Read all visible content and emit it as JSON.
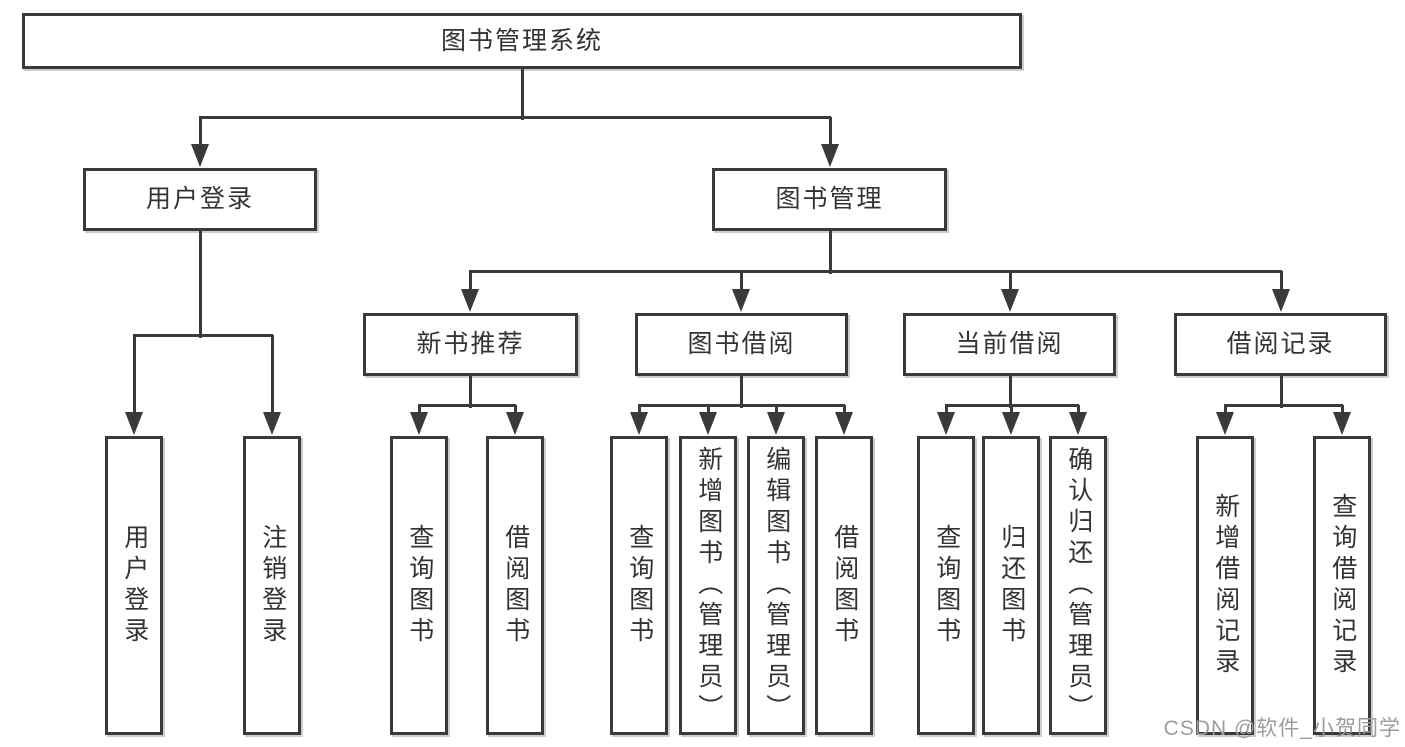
{
  "diagram": {
    "title": "图书管理系统",
    "nodes": {
      "root": "图书管理系统",
      "user_login": "用户登录",
      "book_mgmt": "图书管理",
      "new_book_rec": "新书推荐",
      "book_borrow": "图书借阅",
      "current_borrow": "当前借阅",
      "borrow_record": "借阅记录",
      "leaf_user_login": "用户登录",
      "leaf_logout": "注销登录",
      "leaf_nbr_query": "查询图书",
      "leaf_nbr_borrow": "借阅图书",
      "leaf_bb_query": "查询图书",
      "leaf_bb_add": "新增图书（管理员）",
      "leaf_bb_edit": "编辑图书（管理员）",
      "leaf_bb_borrow": "借阅图书",
      "leaf_cb_query": "查询图书",
      "leaf_cb_return": "归还图书",
      "leaf_cb_confirm": "确认归还（管理员）",
      "leaf_br_add": "新增借阅记录",
      "leaf_br_query": "查询借阅记录"
    },
    "edges": [
      [
        "root",
        "user_login"
      ],
      [
        "root",
        "book_mgmt"
      ],
      [
        "user_login",
        "leaf_user_login"
      ],
      [
        "user_login",
        "leaf_logout"
      ],
      [
        "book_mgmt",
        "new_book_rec"
      ],
      [
        "book_mgmt",
        "book_borrow"
      ],
      [
        "book_mgmt",
        "current_borrow"
      ],
      [
        "book_mgmt",
        "borrow_record"
      ],
      [
        "new_book_rec",
        "leaf_nbr_query"
      ],
      [
        "new_book_rec",
        "leaf_nbr_borrow"
      ],
      [
        "book_borrow",
        "leaf_bb_query"
      ],
      [
        "book_borrow",
        "leaf_bb_add"
      ],
      [
        "book_borrow",
        "leaf_bb_edit"
      ],
      [
        "book_borrow",
        "leaf_bb_borrow"
      ],
      [
        "current_borrow",
        "leaf_cb_query"
      ],
      [
        "current_borrow",
        "leaf_cb_return"
      ],
      [
        "current_borrow",
        "leaf_cb_confirm"
      ],
      [
        "borrow_record",
        "leaf_br_add"
      ],
      [
        "borrow_record",
        "leaf_br_query"
      ]
    ],
    "icons": {
      "arrowhead": "arrow-down"
    },
    "colors": {
      "line": "#3a3a3a",
      "text": "#333333",
      "box_background": "#ffffff",
      "watermark": "#9c9c9c"
    }
  },
  "watermark": {
    "text": "CSDN @软件_小贺同学"
  }
}
